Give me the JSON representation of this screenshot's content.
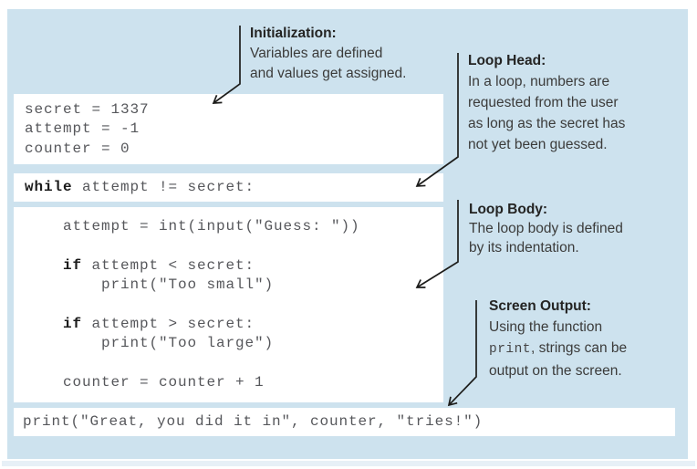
{
  "figure": {
    "description": "Annotated Python while-loop guessing game example",
    "colors": {
      "panel_bg": "#cde2ee",
      "block_bg": "#ffffff",
      "code_text": "#56575b",
      "keyword_text": "#1b1b1b",
      "note_text": "#3b3b3a",
      "arrow": "#1d1d1b"
    }
  },
  "code_blocks": [
    {
      "name": "initialization",
      "lines": [
        [
          {
            "t": "secret = 1337"
          }
        ],
        [
          {
            "t": "attempt = -1"
          }
        ],
        [
          {
            "t": "counter = 0"
          }
        ]
      ]
    },
    {
      "name": "loop-head",
      "lines": [
        [
          {
            "t": "while",
            "b": true
          },
          {
            "t": " attempt != secret:"
          }
        ]
      ]
    },
    {
      "name": "loop-body",
      "lines": [
        [
          {
            "t": "    attempt = int(input(\"Guess: \"))"
          }
        ],
        [
          {
            "t": " "
          }
        ],
        [
          {
            "t": "    "
          },
          {
            "t": "if",
            "b": true
          },
          {
            "t": " attempt < secret:"
          }
        ],
        [
          {
            "t": "        print(\"Too small\")"
          }
        ],
        [
          {
            "t": " "
          }
        ],
        [
          {
            "t": "    "
          },
          {
            "t": "if",
            "b": true
          },
          {
            "t": " attempt > secret:"
          }
        ],
        [
          {
            "t": "        print(\"Too large\")"
          }
        ],
        [
          {
            "t": " "
          }
        ],
        [
          {
            "t": "    counter = counter + 1"
          }
        ]
      ]
    },
    {
      "name": "screen-output",
      "lines": [
        [
          {
            "t": "print(\"Great, you did it in\", counter, \"tries!\")"
          }
        ]
      ]
    }
  ],
  "notes": [
    {
      "title": "Initialization:",
      "lines": [
        [
          {
            "t": "Variables are defined"
          }
        ],
        [
          {
            "t": "and values get assigned."
          }
        ]
      ]
    },
    {
      "title": "Loop Head:",
      "lines": [
        [
          {
            "t": "In a loop, numbers are"
          }
        ],
        [
          {
            "t": "requested from the user"
          }
        ],
        [
          {
            "t": "as long as the secret has"
          }
        ],
        [
          {
            "t": "not yet been guessed."
          }
        ]
      ]
    },
    {
      "title": "Loop Body:",
      "lines": [
        [
          {
            "t": "The loop body is defined"
          }
        ],
        [
          {
            "t": "by its indentation."
          }
        ]
      ]
    },
    {
      "title": "Screen Output:",
      "lines": [
        [
          {
            "t": "Using the function"
          }
        ],
        [
          {
            "t": "print",
            "m": true
          },
          {
            "t": ", strings can be"
          }
        ],
        [
          {
            "t": "output on the screen."
          }
        ]
      ]
    }
  ]
}
